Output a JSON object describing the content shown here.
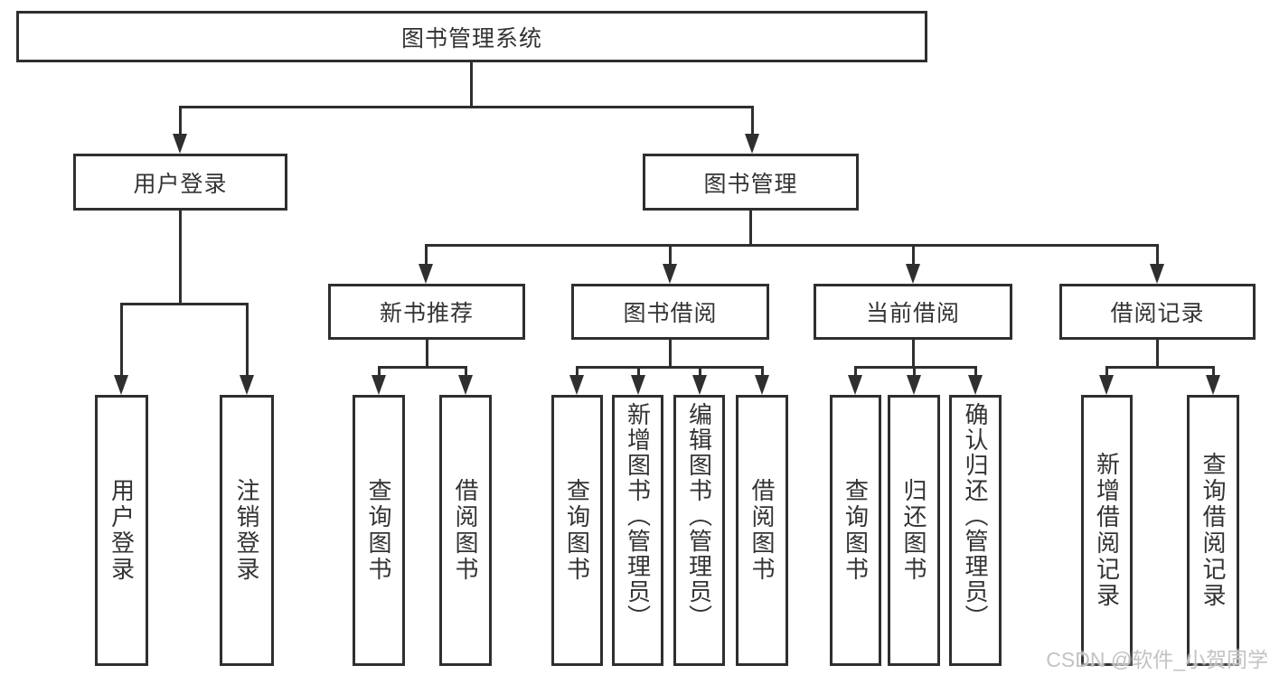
{
  "colors": {
    "line": "#2f2f2f",
    "text": "#333333",
    "background": "#ffffff",
    "watermark": "#c3c3c3"
  },
  "tree": {
    "root": {
      "label": "图书管理系统"
    },
    "user": {
      "label": "用户登录",
      "children": [
        {
          "label": "用户登录"
        },
        {
          "label": "注销登录"
        }
      ]
    },
    "mgmt": {
      "label": "图书管理",
      "children": [
        {
          "label": "新书推荐",
          "children": [
            {
              "label": "查询图书"
            },
            {
              "label": "借阅图书"
            }
          ]
        },
        {
          "label": "图书借阅",
          "children": [
            {
              "label": "查询图书"
            },
            {
              "label": "新增图书（管理员）"
            },
            {
              "label": "编辑图书（管理员）"
            },
            {
              "label": "借阅图书"
            }
          ]
        },
        {
          "label": "当前借阅",
          "children": [
            {
              "label": "查询图书"
            },
            {
              "label": "归还图书"
            },
            {
              "label": "确认归还（管理员）"
            }
          ]
        },
        {
          "label": "借阅记录",
          "children": [
            {
              "label": "新增借阅记录"
            },
            {
              "label": "查询借阅记录"
            }
          ]
        }
      ]
    }
  },
  "watermark": {
    "text": "CSDN @软件_小贺同学"
  }
}
